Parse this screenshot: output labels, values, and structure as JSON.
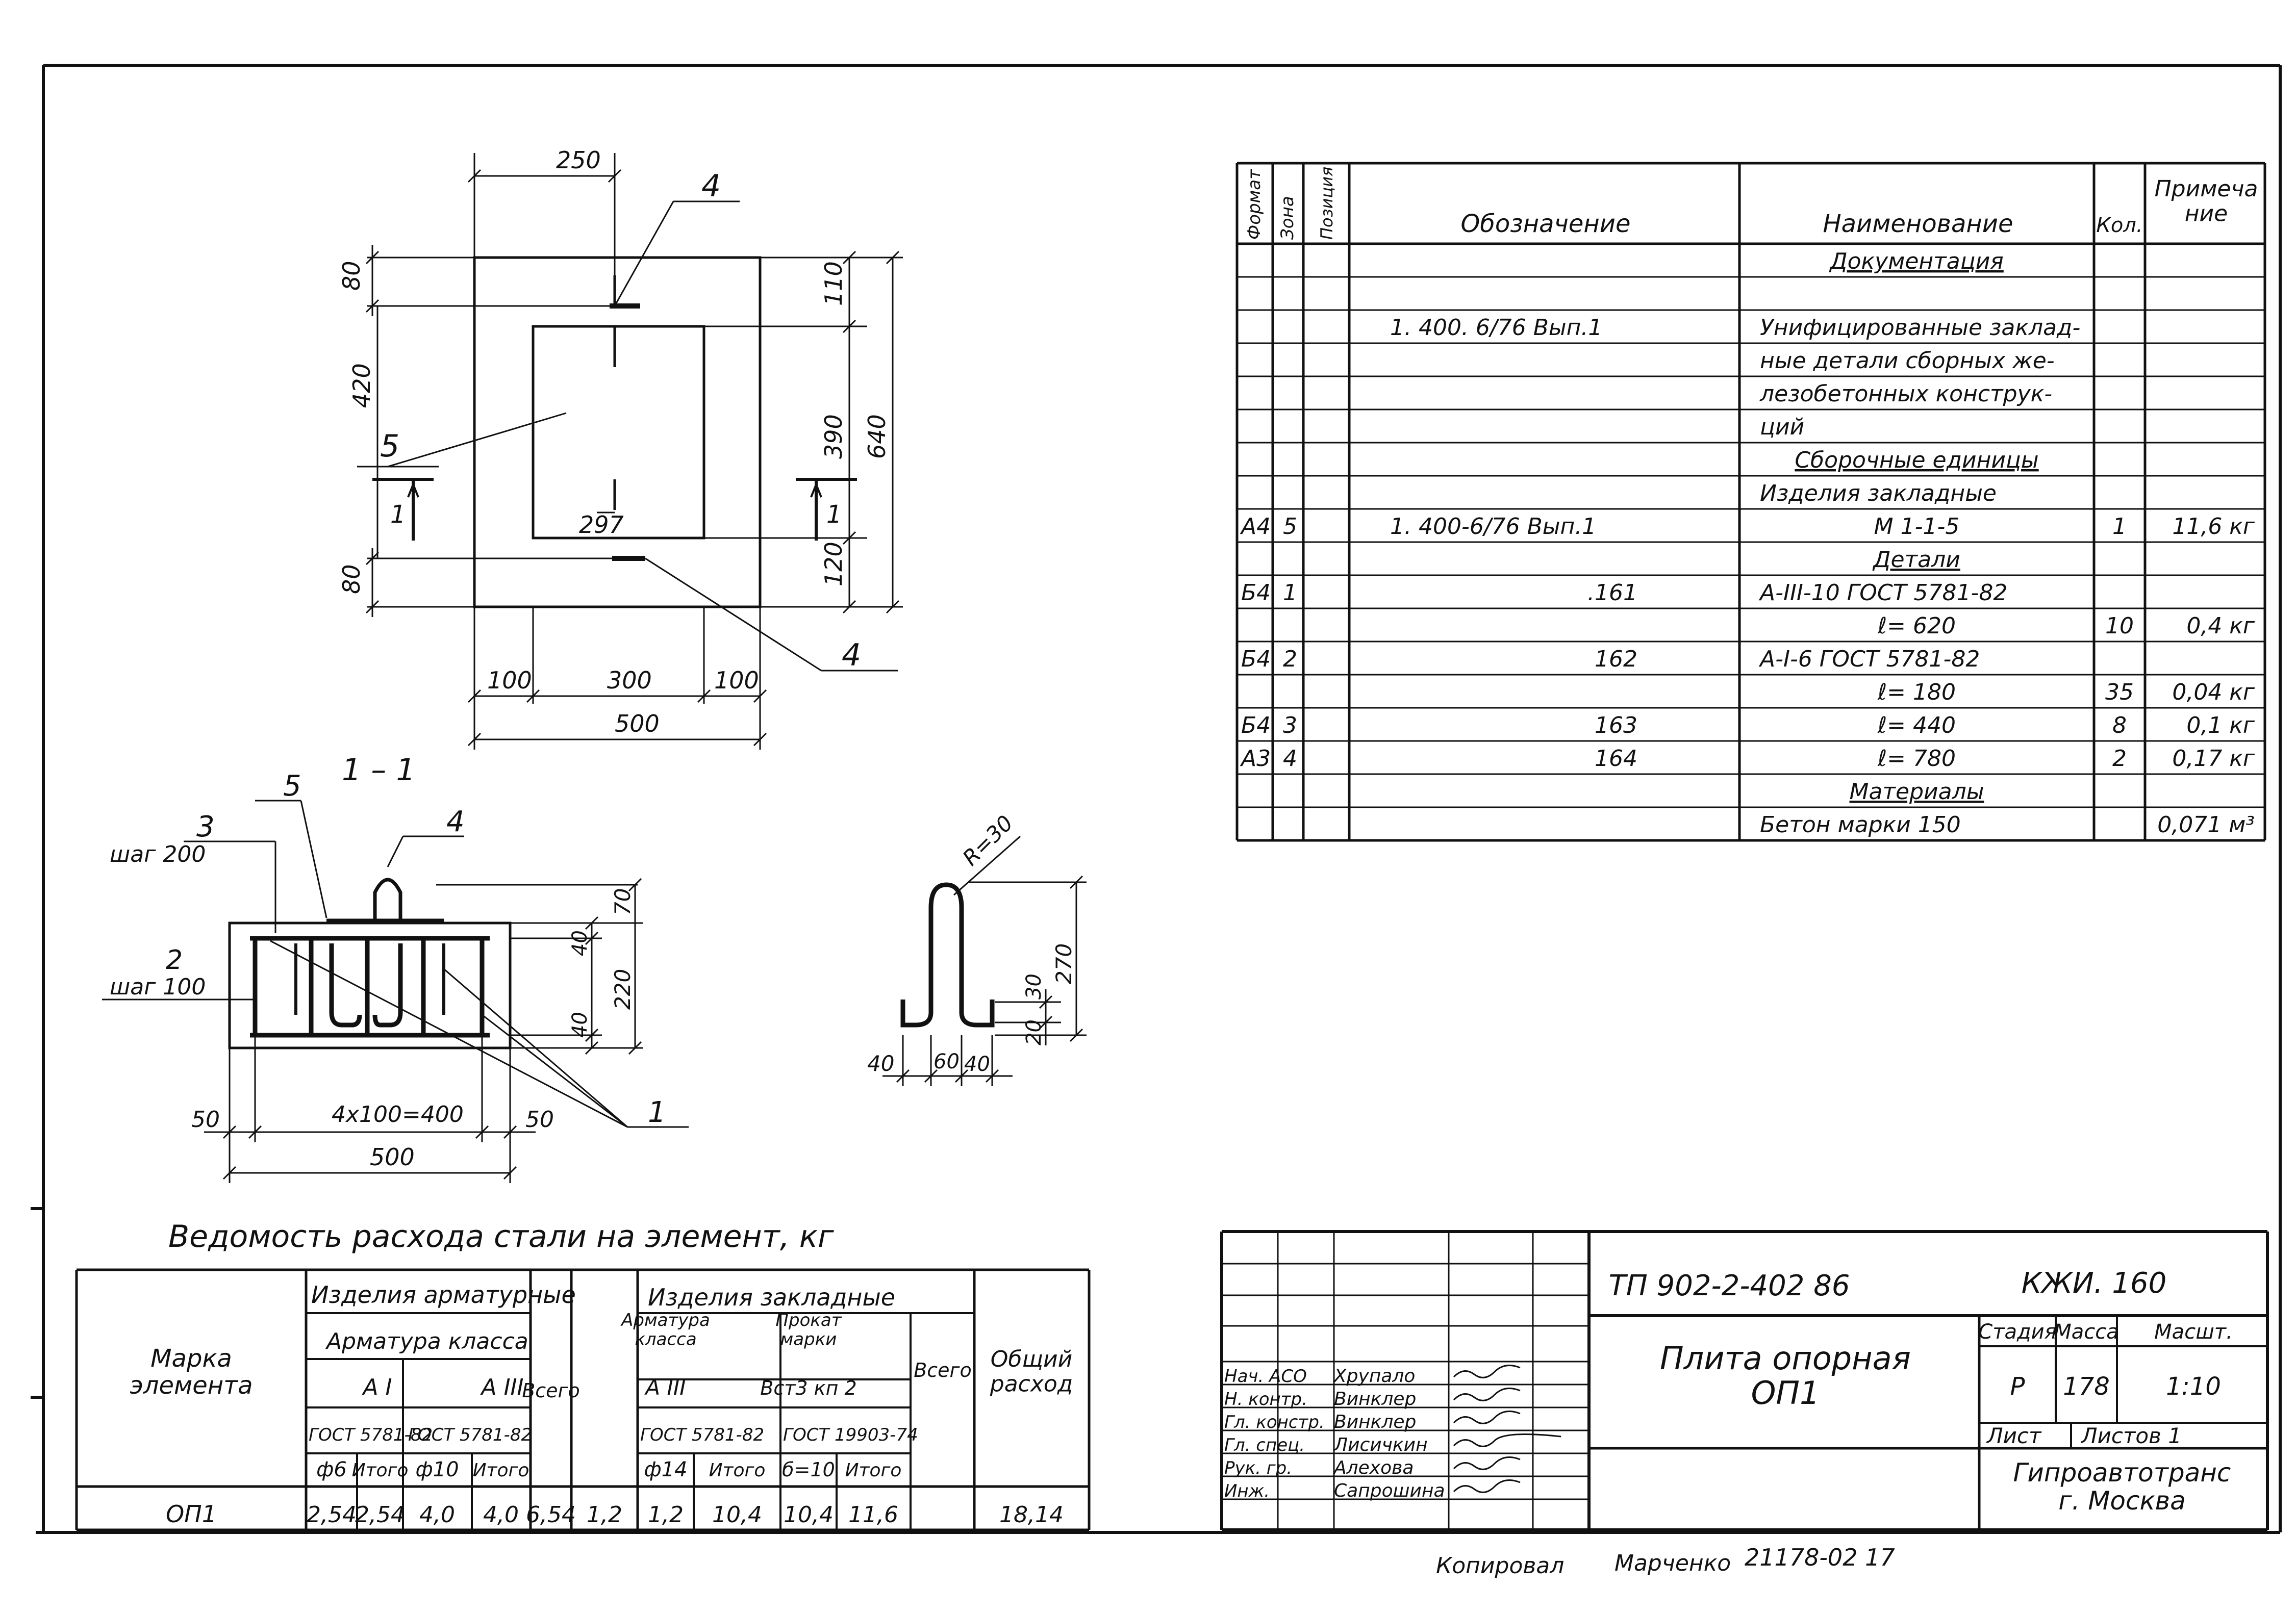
{
  "colors": {
    "ink": "#111111",
    "paper": "#ffffff"
  },
  "plan_view": {
    "dims": {
      "d250": "250",
      "d80_top": "80",
      "d420": "420",
      "d80_bot": "80",
      "d110": "110",
      "d390": "390",
      "d640": "640",
      "d120": "120",
      "d297": "297",
      "d100_left": "100",
      "d300": "300",
      "d100_right": "100",
      "d500": "500"
    },
    "callouts": {
      "top_4": "4",
      "left_5": "5",
      "bottom_4": "4"
    },
    "section_marks": {
      "left": "1",
      "right": "1"
    }
  },
  "section_view": {
    "title": "1 – 1",
    "callouts": {
      "c3": "3",
      "c3_step": "шаг 200",
      "c5": "5",
      "c4": "4",
      "c2": "2",
      "c2_step": "шаг 100",
      "c1": "1"
    },
    "dims": {
      "d70": "70",
      "d40_top": "40",
      "d220": "220",
      "d40_bot": "40",
      "d50_left": "50",
      "spacing": "4x100=400",
      "d50_right": "50",
      "d500": "500"
    }
  },
  "loop_detail": {
    "dims": {
      "radius": "R=30",
      "d270": "270",
      "d30": "30",
      "d20": "20",
      "d40": "40",
      "d60": "60",
      "d40b": "40"
    }
  },
  "spec_table": {
    "headers": [
      "Формат",
      "Зона",
      "Позиция",
      "Обозначение",
      "Наименование",
      "Кол.",
      "Примеча\nние"
    ],
    "rows": [
      {
        "format": "",
        "zone": "",
        "pos": "",
        "designation": "",
        "name": "Документация",
        "qty": "",
        "note": "",
        "underline": true
      },
      {
        "format": "",
        "zone": "",
        "pos": "",
        "designation": "",
        "name": "",
        "qty": "",
        "note": ""
      },
      {
        "format": "",
        "zone": "",
        "pos": "",
        "designation": "1. 400. 6/76   Вып.1",
        "name": "Унифицированные заклад-",
        "qty": "",
        "note": ""
      },
      {
        "format": "",
        "zone": "",
        "pos": "",
        "designation": "",
        "name": "ные детали сборных же-",
        "qty": "",
        "note": ""
      },
      {
        "format": "",
        "zone": "",
        "pos": "",
        "designation": "",
        "name": "лезобетонных конструк-",
        "qty": "",
        "note": ""
      },
      {
        "format": "",
        "zone": "",
        "pos": "",
        "designation": "",
        "name": "ций",
        "qty": "",
        "note": ""
      },
      {
        "format": "",
        "zone": "",
        "pos": "",
        "designation": "",
        "name": "Сборочные единицы",
        "qty": "",
        "note": "",
        "underline": true
      },
      {
        "format": "",
        "zone": "",
        "pos": "",
        "designation": "",
        "name": "Изделия   закладные",
        "qty": "",
        "note": ""
      },
      {
        "format": "А4",
        "zone": "5",
        "pos": "",
        "designation": "1. 400-6/76   Вып.1",
        "name": "М 1-1-5",
        "qty": "1",
        "note": "11,6 кг"
      },
      {
        "format": "",
        "zone": "",
        "pos": "",
        "designation": "",
        "name": "Детали",
        "qty": "",
        "note": "",
        "underline": true
      },
      {
        "format": "Б4",
        "zone": "1",
        "pos": "",
        "designation": ".161",
        "name": "А-III-10   ГОСТ 5781-82",
        "qty": "",
        "note": ""
      },
      {
        "format": "",
        "zone": "",
        "pos": "",
        "designation": "",
        "name": "ℓ= 620",
        "qty": "10",
        "note": "0,4 кг"
      },
      {
        "format": "Б4",
        "zone": "2",
        "pos": "",
        "designation": "162",
        "name": "А-I-6   ГОСТ 5781-82",
        "qty": "",
        "note": ""
      },
      {
        "format": "",
        "zone": "",
        "pos": "",
        "designation": "",
        "name": "ℓ= 180",
        "qty": "35",
        "note": "0,04 кг"
      },
      {
        "format": "Б4",
        "zone": "3",
        "pos": "",
        "designation": "163",
        "name": "ℓ= 440",
        "qty": "8",
        "note": "0,1 кг"
      },
      {
        "format": "А3",
        "zone": "4",
        "pos": "",
        "designation": "164",
        "name": "ℓ= 780",
        "qty": "2",
        "note": "0,17 кг"
      },
      {
        "format": "",
        "zone": "",
        "pos": "",
        "designation": "",
        "name": "Материалы",
        "qty": "",
        "note": "",
        "underline": true
      },
      {
        "format": "",
        "zone": "",
        "pos": "",
        "designation": "",
        "name": "Бетон   марки   150",
        "qty": "",
        "note": "0,071 м³"
      }
    ]
  },
  "steel_table": {
    "title": "Ведомость   расхода   стали   на элемент, кг",
    "headers": {
      "mark": "Марка\nэлемента",
      "rebar_items": "Изделия арматурные",
      "rebar_class": "Арматура класса",
      "AI": "А I",
      "AIII": "А III",
      "gost1": "ГОСТ 5781-82",
      "gost2": "ГОСТ 5781-82",
      "f6": "ф6",
      "total1": "Итого",
      "f10": "ф10",
      "total2": "Итого",
      "all1": "Всего",
      "emb_items": "Изделия   закладные",
      "emb_rebar": "Арматура\nкласса",
      "rolled": "Прокат\nмарки",
      "AIII2": "А III",
      "st": "Вст3 кп 2",
      "gost3": "ГОСТ 5781-82",
      "gost4": "ГОСТ 19903-74",
      "f14": "ф14",
      "total3": "Итого",
      "d10": "б=10",
      "total4": "Итого",
      "all2": "Всего",
      "overall": "Общий\nрасход"
    },
    "row": {
      "mark": "ОП1",
      "v1": "2,54",
      "v2": "2,54",
      "v3": "4,0",
      "v4": "4,0",
      "v5": "6,54",
      "v6": "1,2",
      "v7": "1,2",
      "v8": "10,4",
      "v9": "10,4",
      "v10": "11,6",
      "v11": "18,14"
    }
  },
  "title_block": {
    "doc_code": "ТП 902-2-402 86",
    "sheet_code": "КЖИ. 160",
    "title": "Плита   опорная\nОП1",
    "stage_label": "Стадия",
    "mass_label": "Масса",
    "scale_label": "Масшт.",
    "stage": "Р",
    "mass": "178",
    "scale": "1:10",
    "sheet_label": "Лист",
    "sheets_label": "Листов 1",
    "org": "Гипроавтотранс\nг. Москва",
    "roles": [
      "Нач. АСО",
      "Н. контр.",
      "Гл. констр.",
      "Гл. спец.",
      "Рук. гр.",
      "Инж."
    ],
    "names": [
      "Хрупало",
      "Винклер",
      "Винклер",
      "Лисичкин",
      "Алехова",
      "Сапрошина"
    ]
  },
  "footer": {
    "copied_label": "Копировал",
    "copier": "Марченко",
    "number": "21178-02  17"
  }
}
